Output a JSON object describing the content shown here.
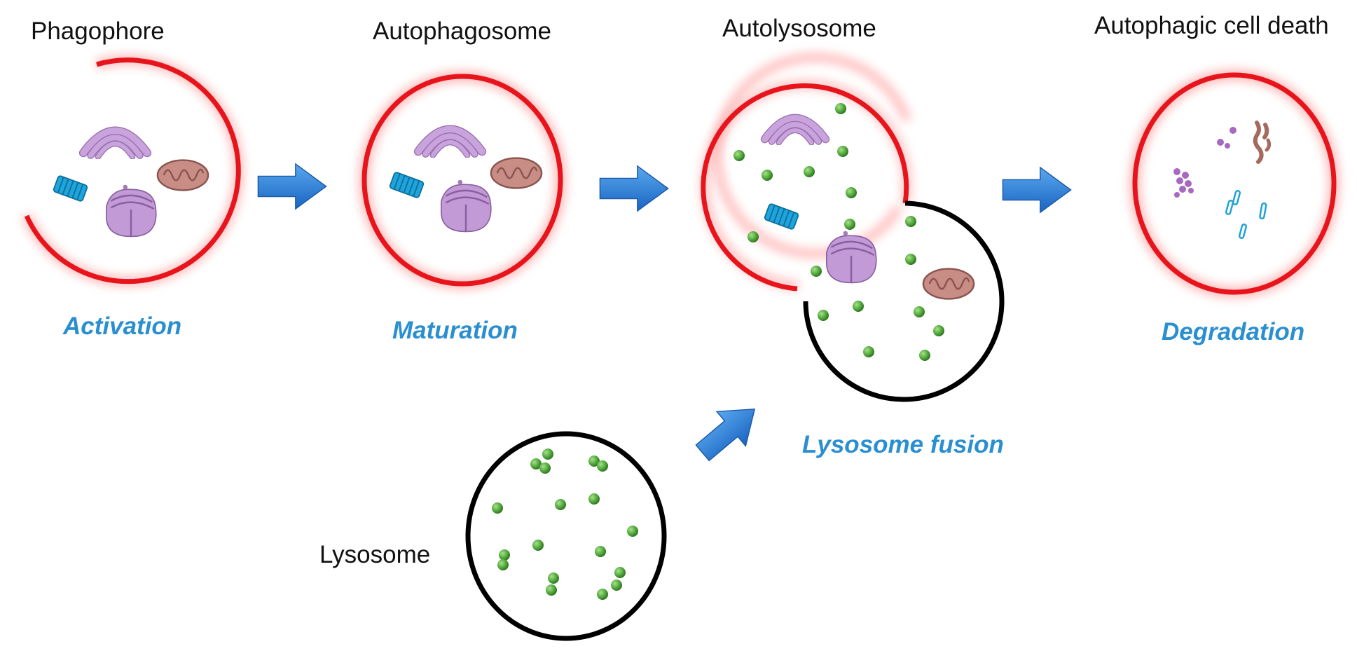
{
  "stages": {
    "phagophore": "Phagophore",
    "autophagosome": "Autophagosome",
    "autolysosome": "Autolysosome",
    "cell_death": "Autophagic cell death"
  },
  "processes": {
    "activation": "Activation",
    "maturation": "Maturation",
    "lysosome_fusion": "Lysosome fusion",
    "degradation": "Degradation"
  },
  "lysosome_label": "Lysosome",
  "colors": {
    "membrane_red": "#e8141c",
    "membrane_black": "#000000",
    "arrow_blue": "#2f7fd6",
    "label_blue": "#2a8fd0",
    "golgi": "#c39ad4",
    "mito": "#c98e86",
    "centriole": "#1ea3d8",
    "enzyme_green": "#4fa83a"
  }
}
